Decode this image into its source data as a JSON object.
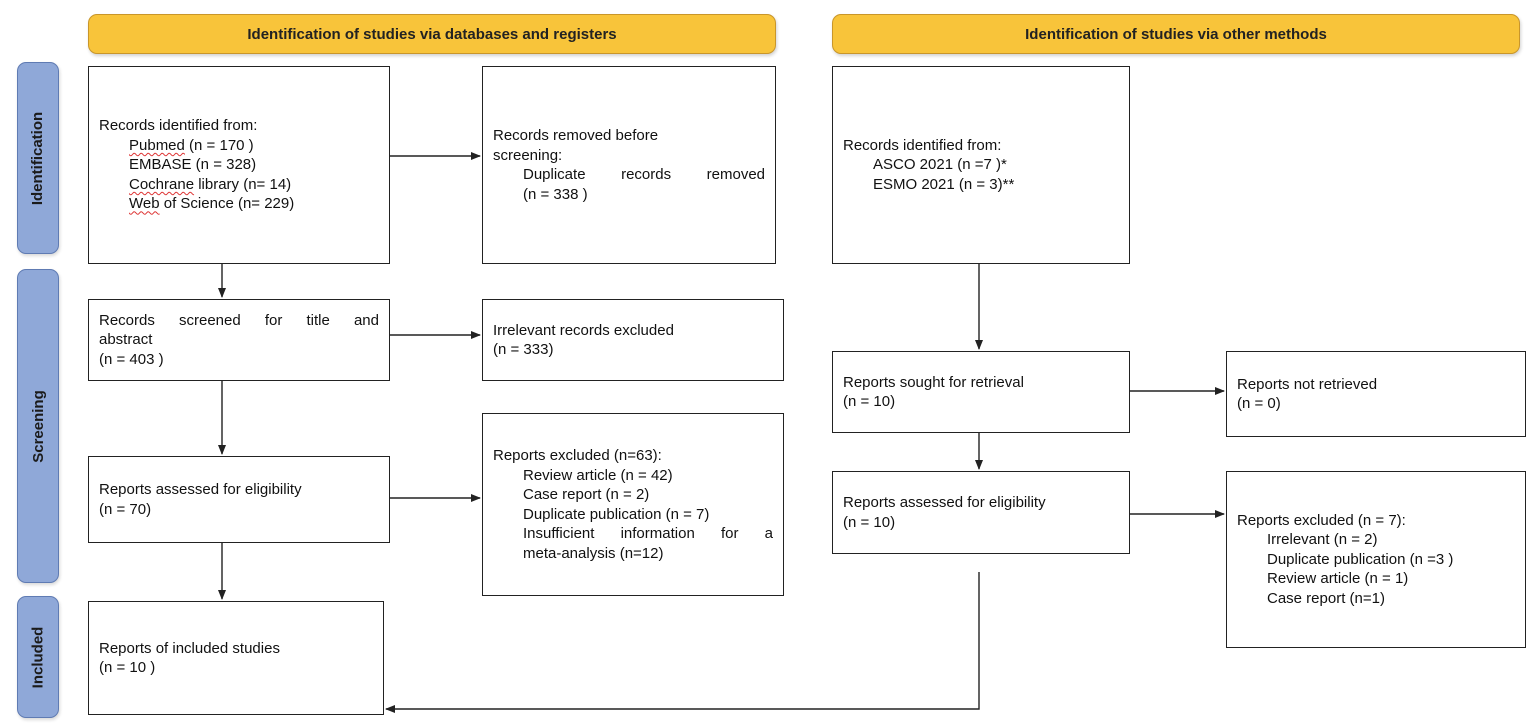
{
  "headers": {
    "left": "Identification of studies via databases and registers",
    "right": "Identification of studies via other methods"
  },
  "phases": {
    "identification": "Identification",
    "screening": "Screening",
    "included": "Included"
  },
  "left": {
    "records_identified": {
      "title": "Records identified from:",
      "pubmed_name": "Pubmed",
      "pubmed_count": " (n = 170 )",
      "embase": "EMBASE (n = 328)",
      "cochrane_name": "Cochrane",
      "cochrane_rest": " library (n= 14)",
      "web_name": "Web",
      "web_rest": " of Science (n= 229)"
    },
    "removed": {
      "line1": "Records removed before",
      "line2": "screening:",
      "dup_word1": "Duplicate",
      "dup_word2": "records",
      "dup_word3": "removed",
      "count": "(n = 338 )"
    },
    "screened": {
      "w1": "Records",
      "w2": "screened",
      "w3": "for",
      "w4": "title",
      "w5": "and",
      "line2": "abstract",
      "count": "(n = 403 )"
    },
    "irrelevant": {
      "title": "Irrelevant records excluded",
      "count": "(n = 333)"
    },
    "assessed": {
      "title": "Reports assessed for eligibility",
      "count": "(n = 70)"
    },
    "excluded": {
      "title": "Reports excluded (n=63):",
      "review": "Review article (n = 42)",
      "case": "Case report (n = 2)",
      "duplicate": "Duplicate publication (n = 7)",
      "insuff_w1": "Insufficient",
      "insuff_w2": "information",
      "insuff_w3": "for",
      "insuff_w4": "a",
      "insuff_line2": "meta-analysis (n=12)"
    },
    "included": {
      "title": "Reports of included studies",
      "count": "(n = 10 )"
    }
  },
  "right": {
    "records_identified": {
      "title": "Records identified from:",
      "asco": "ASCO 2021 (n =7 )*",
      "esmo": "ESMO 2021 (n = 3)**"
    },
    "sought": {
      "title": "Reports sought for retrieval",
      "count": "(n = 10)"
    },
    "not_retrieved": {
      "title": "Reports not retrieved",
      "count": "(n = 0)"
    },
    "assessed": {
      "title": "Reports assessed for eligibility",
      "count": "(n = 10)"
    },
    "excluded": {
      "title": "Reports excluded (n = 7):",
      "irrelevant": "Irrelevant (n = 2)",
      "duplicate": "Duplicate publication (n =3 )",
      "review": "Review article (n = 1)",
      "case": "Case report (n=1)"
    }
  },
  "colors": {
    "header_fill": "#f8c43a",
    "phase_fill": "#8fa8d8",
    "line": "#222222"
  }
}
